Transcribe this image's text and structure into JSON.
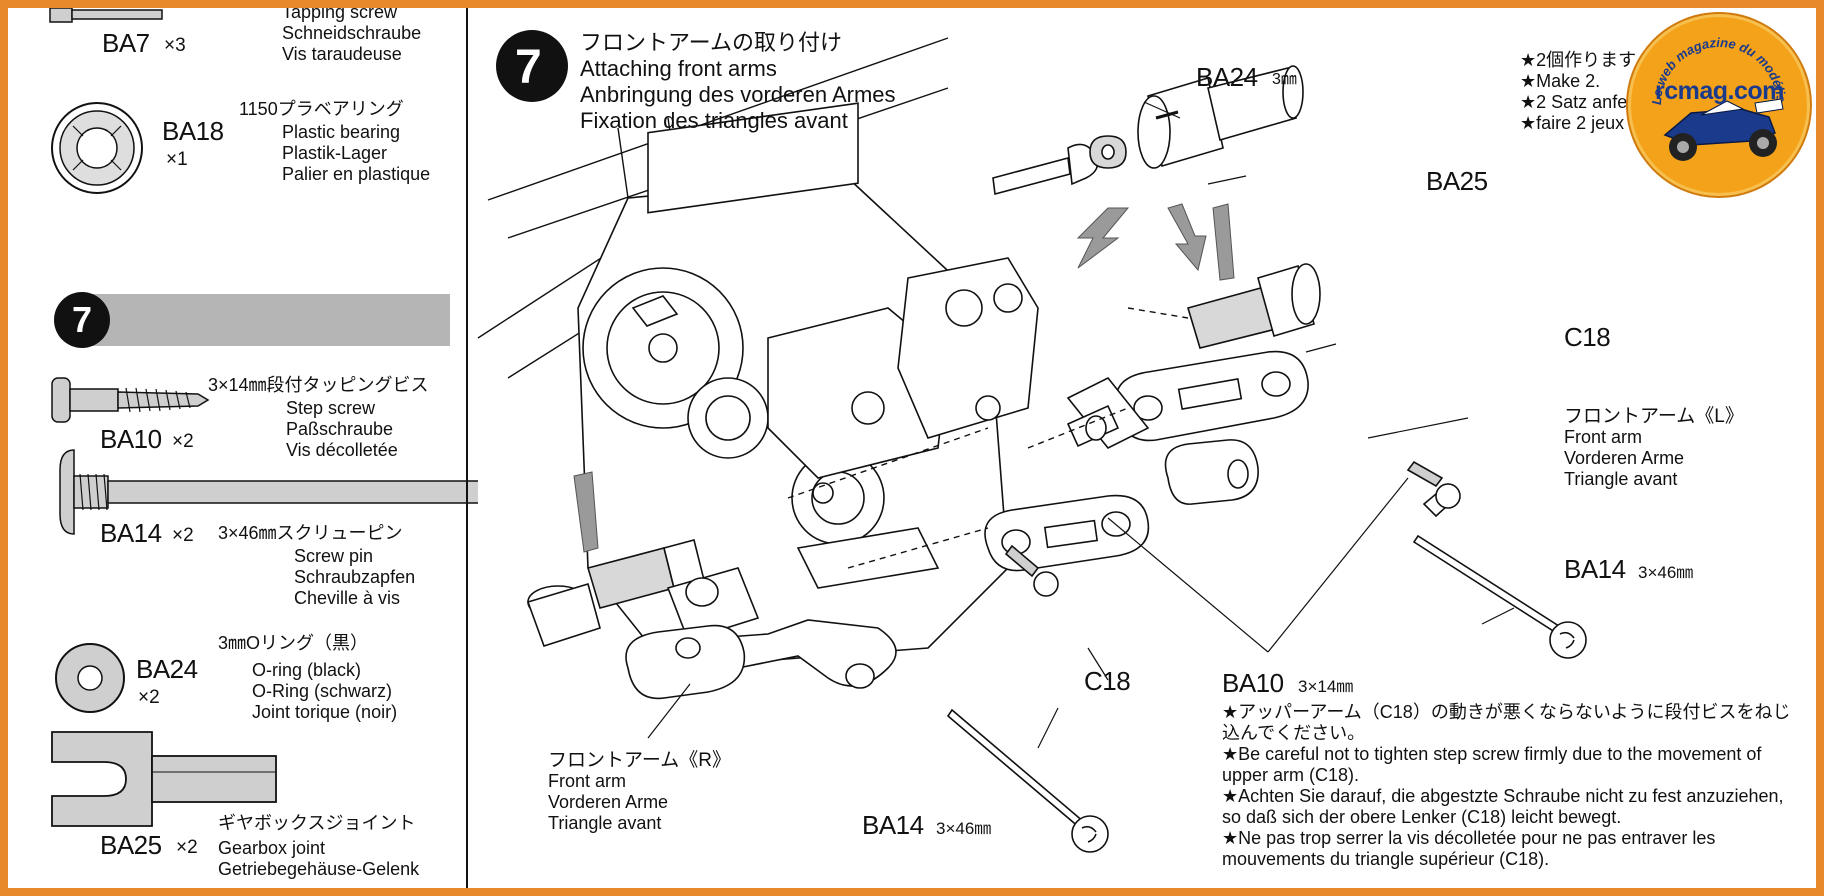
{
  "parts": [
    {
      "code": "BA7",
      "qty": "×3",
      "desc": [
        "Tapping screw",
        "Schneidschraube",
        "Vis taraudeuse"
      ]
    },
    {
      "code": "BA18",
      "qty": "×1",
      "jp": "1150プラベアリング",
      "desc": [
        "Plastic bearing",
        "Plastik-Lager",
        "Palier en plastique"
      ]
    },
    {
      "code": "BA10",
      "qty": "×2",
      "jp": "3×14㎜段付タッピングビス",
      "desc": [
        "Step screw",
        "Paßschraube",
        "Vis décolletée"
      ]
    },
    {
      "code": "BA14",
      "qty": "×2",
      "jp": "3×46㎜スクリューピン",
      "desc": [
        "Screw pin",
        "Schraubzapfen",
        "Cheville à vis"
      ]
    },
    {
      "code": "BA24",
      "qty": "×2",
      "jp": "3㎜Oリング（黒）",
      "desc": [
        "O-ring (black)",
        "O-Ring (schwarz)",
        "Joint torique (noir)"
      ]
    },
    {
      "code": "BA25",
      "qty": "×2",
      "jp": "ギヤボックスジョイント",
      "desc": [
        "Gearbox joint",
        "Getriebegehäuse-Gelenk"
      ]
    }
  ],
  "step": {
    "number": "7",
    "title_jp": "フロントアームの取り付け",
    "title_en": "Attaching front arms",
    "title_de": "Anbringung des vorderen Armes",
    "title_fr": "Fixation des triangles avant"
  },
  "make2": [
    "★2個作ります",
    "★Make 2.",
    "★2 Satz anfe",
    "★faire 2 jeux"
  ],
  "callouts": {
    "ba24": "BA24",
    "ba24_size": "3㎜",
    "ba25": "BA25",
    "c18_top": "C18",
    "c18_bottom": "C18",
    "ba14_right": "BA14",
    "ba14_right_size": "3×46㎜",
    "ba14_bottom": "BA14",
    "ba14_bottom_size": "3×46㎜",
    "ba10": "BA10",
    "ba10_size": "3×14㎜"
  },
  "front_arm_left": {
    "jp": "フロントアーム《L》",
    "en": "Front arm",
    "de": "Vorderen Arme",
    "fr": "Triangle avant"
  },
  "front_arm_right": {
    "jp": "フロントアーム《R》",
    "en": "Front arm",
    "de": "Vorderen Arme",
    "fr": "Triangle avant"
  },
  "notes": [
    "★アッパーアーム（C18）の動きが悪くならないように段付ビスをねじ込んでください。",
    "★Be careful not to tighten step screw firmly due to the movement of upper arm (C18).",
    "★Achten Sie darauf, die abgestzte Schraube nicht zu fest anzuziehen, so daß sich der obere Lenker (C18) leicht bewegt.",
    "★Ne pas trop serrer la vis décolletée pour ne pas entraver les mouvements du triangle supérieur (C18)."
  ],
  "logo": {
    "brand": "rcmag.com",
    "ring": "Le web magazine du modélisme"
  },
  "colors": {
    "frame": "#e8892b",
    "ink": "#111111",
    "part_gray": "#c9c9c9",
    "badge": "#f4a21a",
    "logo_blue": "#1a3a8c"
  }
}
